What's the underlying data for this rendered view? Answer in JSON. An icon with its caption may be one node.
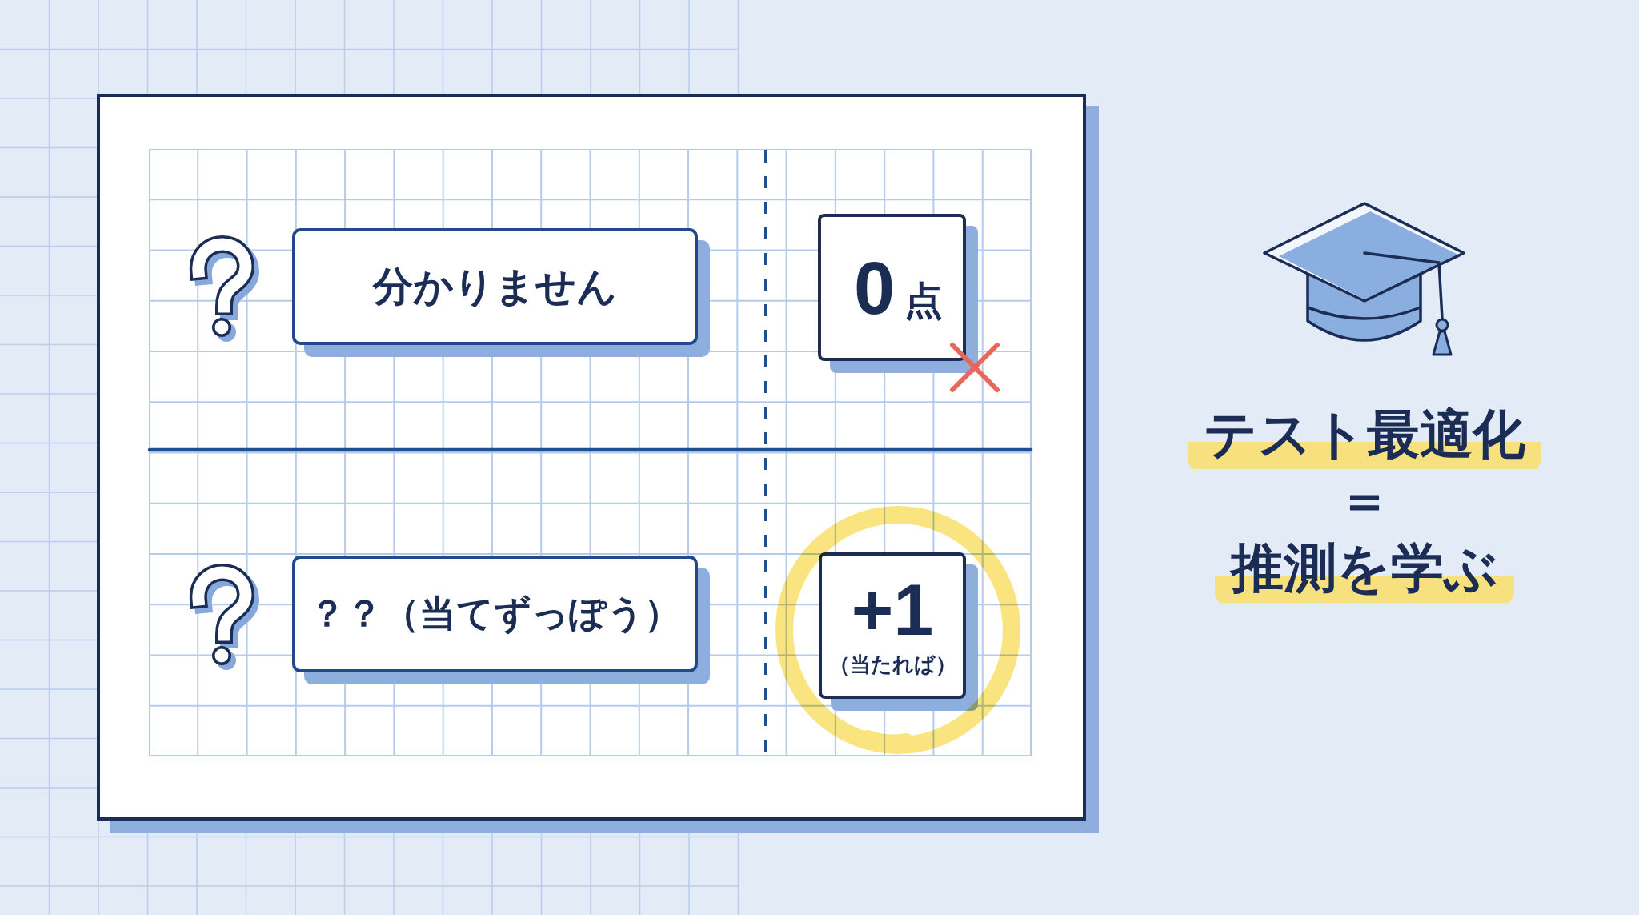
{
  "diagram": {
    "nodes": [
      {
        "text": [],
        "shape": "box"
      },
      {
        "text": [
          "分かりません"
        ],
        "in": 0
      },
      {
        "text": [
          "0",
          "点"
        ],
        "in": 0
      },
      {
        "text": [
          "？？（当てずっぽう）"
        ],
        "in": 0
      },
      {
        "text": [
          "+1",
          "（当たれば）"
        ],
        "in": 0
      }
    ],
    "labels": [
      "テスト最適化",
      "＝",
      "推測を学ぶ"
    ]
  }
}
